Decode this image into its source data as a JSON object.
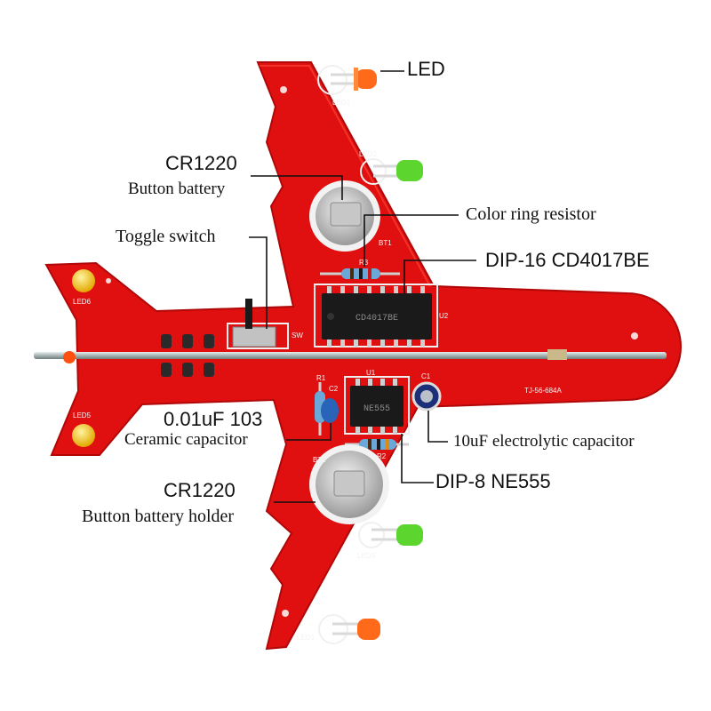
{
  "labels": {
    "led": "LED",
    "cr1220_top": "CR1220",
    "button_battery": "Button battery",
    "color_ring_resistor": "Color ring resistor",
    "toggle_switch": "Toggle switch",
    "dip16": "DIP-16 CD4017BE",
    "cap_value": "0.01uF 103",
    "ceramic_capacitor": "Ceramic capacitor",
    "electrolytic_capacitor": "10uF electrolytic capacitor",
    "cr1220_bottom": "CR1220",
    "battery_holder": "Button battery holder",
    "dip8": "DIP-8 NE555"
  },
  "silkscreen": {
    "led1_top": "LED1",
    "led2": "LED2",
    "led6": "LED6",
    "led5": "LED5",
    "led3": "LED3",
    "led1_bottom": "LED1",
    "bt1_top": "BT1",
    "bt1_bottom": "BT1",
    "r3": "R3",
    "r1": "R1",
    "r2": "R2",
    "c1": "C1",
    "c2": "C2",
    "sw": "SW",
    "u1": "U1",
    "u2": "U2",
    "ic16_marking": "CD4017BE",
    "ic8_marking": "NE555",
    "board_code": "TJ-56-684A"
  },
  "colors": {
    "pcb_red": "#e01010",
    "led_orange": "#ff6a1a",
    "led_green": "#5cd62e",
    "led_yellow": "#f5c518",
    "chip_black": "#1a1a1a",
    "resistor_body": "#6aa8d8",
    "rod_silver": "#b8c4c4"
  }
}
